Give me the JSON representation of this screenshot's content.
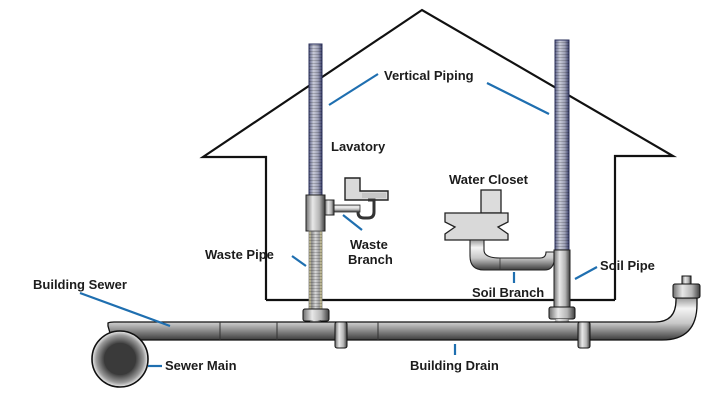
{
  "diagram": {
    "title": "Residential drainage, waste and vent piping",
    "labels": {
      "vertical_piping": "Vertical Piping",
      "lavatory": "Lavatory",
      "water_closet": "Water Closet",
      "waste_pipe": "Waste Pipe",
      "waste_branch_line1": "Waste",
      "waste_branch_line2": "Branch",
      "soil_pipe": "Soil Pipe",
      "soil_branch": "Soil Branch",
      "building_sewer": "Building Sewer",
      "sewer_main": "Sewer Main",
      "building_drain": "Building Drain"
    },
    "colors": {
      "leader": "#1f6fb0",
      "outline": "#111111",
      "pipe_light": "#e6e6e6",
      "pipe_mid": "#a9a9a9",
      "pipe_dark": "#555555",
      "vent_tint": "#8f98c8",
      "waste_tint": "#e8dfa0",
      "fixture": "#d9d9d9"
    }
  }
}
